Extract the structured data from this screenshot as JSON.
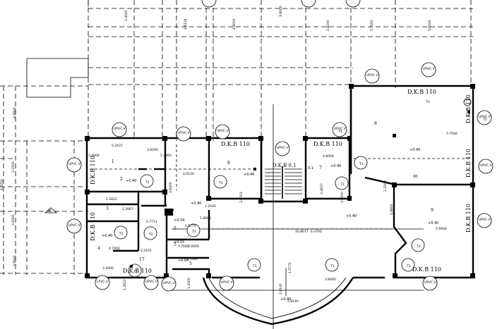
{
  "pipe_labels": {
    "dkb": "D.K.B 110",
    "dkb_short": "D.K.B 0.1",
    "upvc": "UPVC.V",
    "upvc_alt": "LPVC.V",
    "marker": "P",
    "t1": "T1",
    "t2": "T2",
    "t3": "T3",
    "t4": "T4",
    "t5": "T5"
  },
  "rooms": {
    "r1": "1",
    "r2": "2",
    "r3": "3",
    "r4": "4",
    "r5": "5",
    "r6": "6",
    "r7": "7",
    "r8": "8",
    "r9": "9",
    "r17": "17"
  },
  "levels": {
    "l040": "+0.40",
    "l054": "+0.54",
    "l055": "+0.55",
    "l060": "+0.60"
  },
  "dims": {
    "d1": "5.2437",
    "d2": "3.4000",
    "d3": "4.6134",
    "d4": "1.4060",
    "d5": "3.8200",
    "d6": "4.8000",
    "d7": "3.4637",
    "d8": "3.6703",
    "d9": "1.2622",
    "d10": "2.2667",
    "d11": "4.7403",
    "d12": "2.2101",
    "d13": "1.5770",
    "d14": "1.8000",
    "d15": "0.7711",
    "d16": "3.7600",
    "d17": "1.2500",
    "d18": "2.6000",
    "d19": "3.3000",
    "d20": "16.8077",
    "d21": "6.4700",
    "d22": "5.6000",
    "d23": "3.8000",
    "d24": "5.7500",
    "d25": "3.6400",
    "d26": "4.8800",
    "d27": "2.2500",
    "d28": "3.9000",
    "d29": "2.8140",
    "d30": "3.7400"
  },
  "misc": {
    "x1": "0.1",
    "x2": "00"
  }
}
